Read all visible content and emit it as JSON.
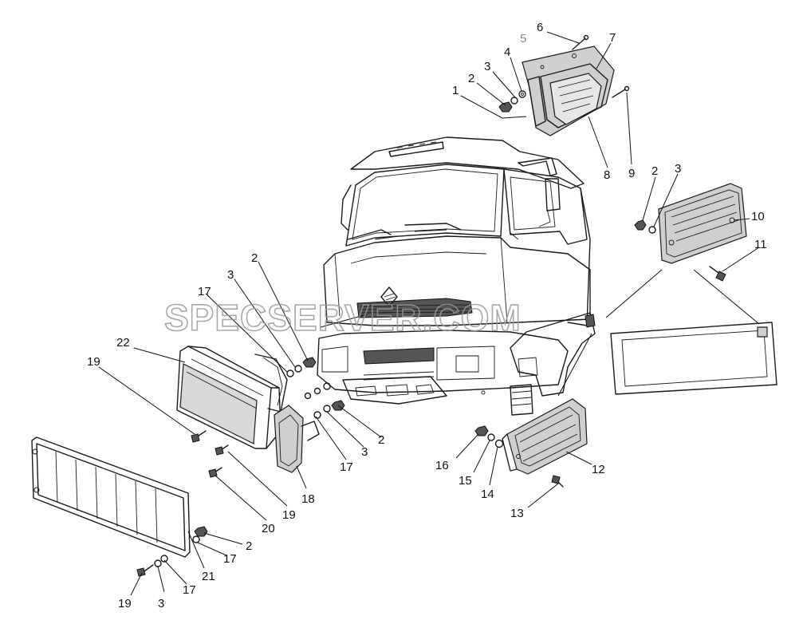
{
  "watermark": "SPECSERVER.COM",
  "labels": [
    {
      "id": "l1",
      "text": "1"
    },
    {
      "id": "l2a",
      "text": "2"
    },
    {
      "id": "l3a",
      "text": "3"
    },
    {
      "id": "l4",
      "text": "4"
    },
    {
      "id": "l5",
      "text": "5",
      "muted": true
    },
    {
      "id": "l6",
      "text": "6"
    },
    {
      "id": "l7",
      "text": "7"
    },
    {
      "id": "l8",
      "text": "8"
    },
    {
      "id": "l9",
      "text": "9"
    },
    {
      "id": "l2b",
      "text": "2"
    },
    {
      "id": "l3b",
      "text": "3"
    },
    {
      "id": "l10",
      "text": "10"
    },
    {
      "id": "l11",
      "text": "11"
    },
    {
      "id": "l2c",
      "text": "2"
    },
    {
      "id": "l3c",
      "text": "3"
    },
    {
      "id": "l17a",
      "text": "17"
    },
    {
      "id": "l22",
      "text": "22"
    },
    {
      "id": "l19a",
      "text": "19"
    },
    {
      "id": "l2d",
      "text": "2"
    },
    {
      "id": "l3d",
      "text": "3"
    },
    {
      "id": "l17b",
      "text": "17"
    },
    {
      "id": "l18",
      "text": "18"
    },
    {
      "id": "l19b",
      "text": "19"
    },
    {
      "id": "l20",
      "text": "20"
    },
    {
      "id": "l2e",
      "text": "2"
    },
    {
      "id": "l17c",
      "text": "17"
    },
    {
      "id": "l21",
      "text": "21"
    },
    {
      "id": "l17d",
      "text": "17"
    },
    {
      "id": "l19c",
      "text": "19"
    },
    {
      "id": "l3e",
      "text": "3"
    },
    {
      "id": "l16",
      "text": "16"
    },
    {
      "id": "l15",
      "text": "15"
    },
    {
      "id": "l14",
      "text": "14"
    },
    {
      "id": "l12",
      "text": "12"
    },
    {
      "id": "l13",
      "text": "13"
    }
  ]
}
